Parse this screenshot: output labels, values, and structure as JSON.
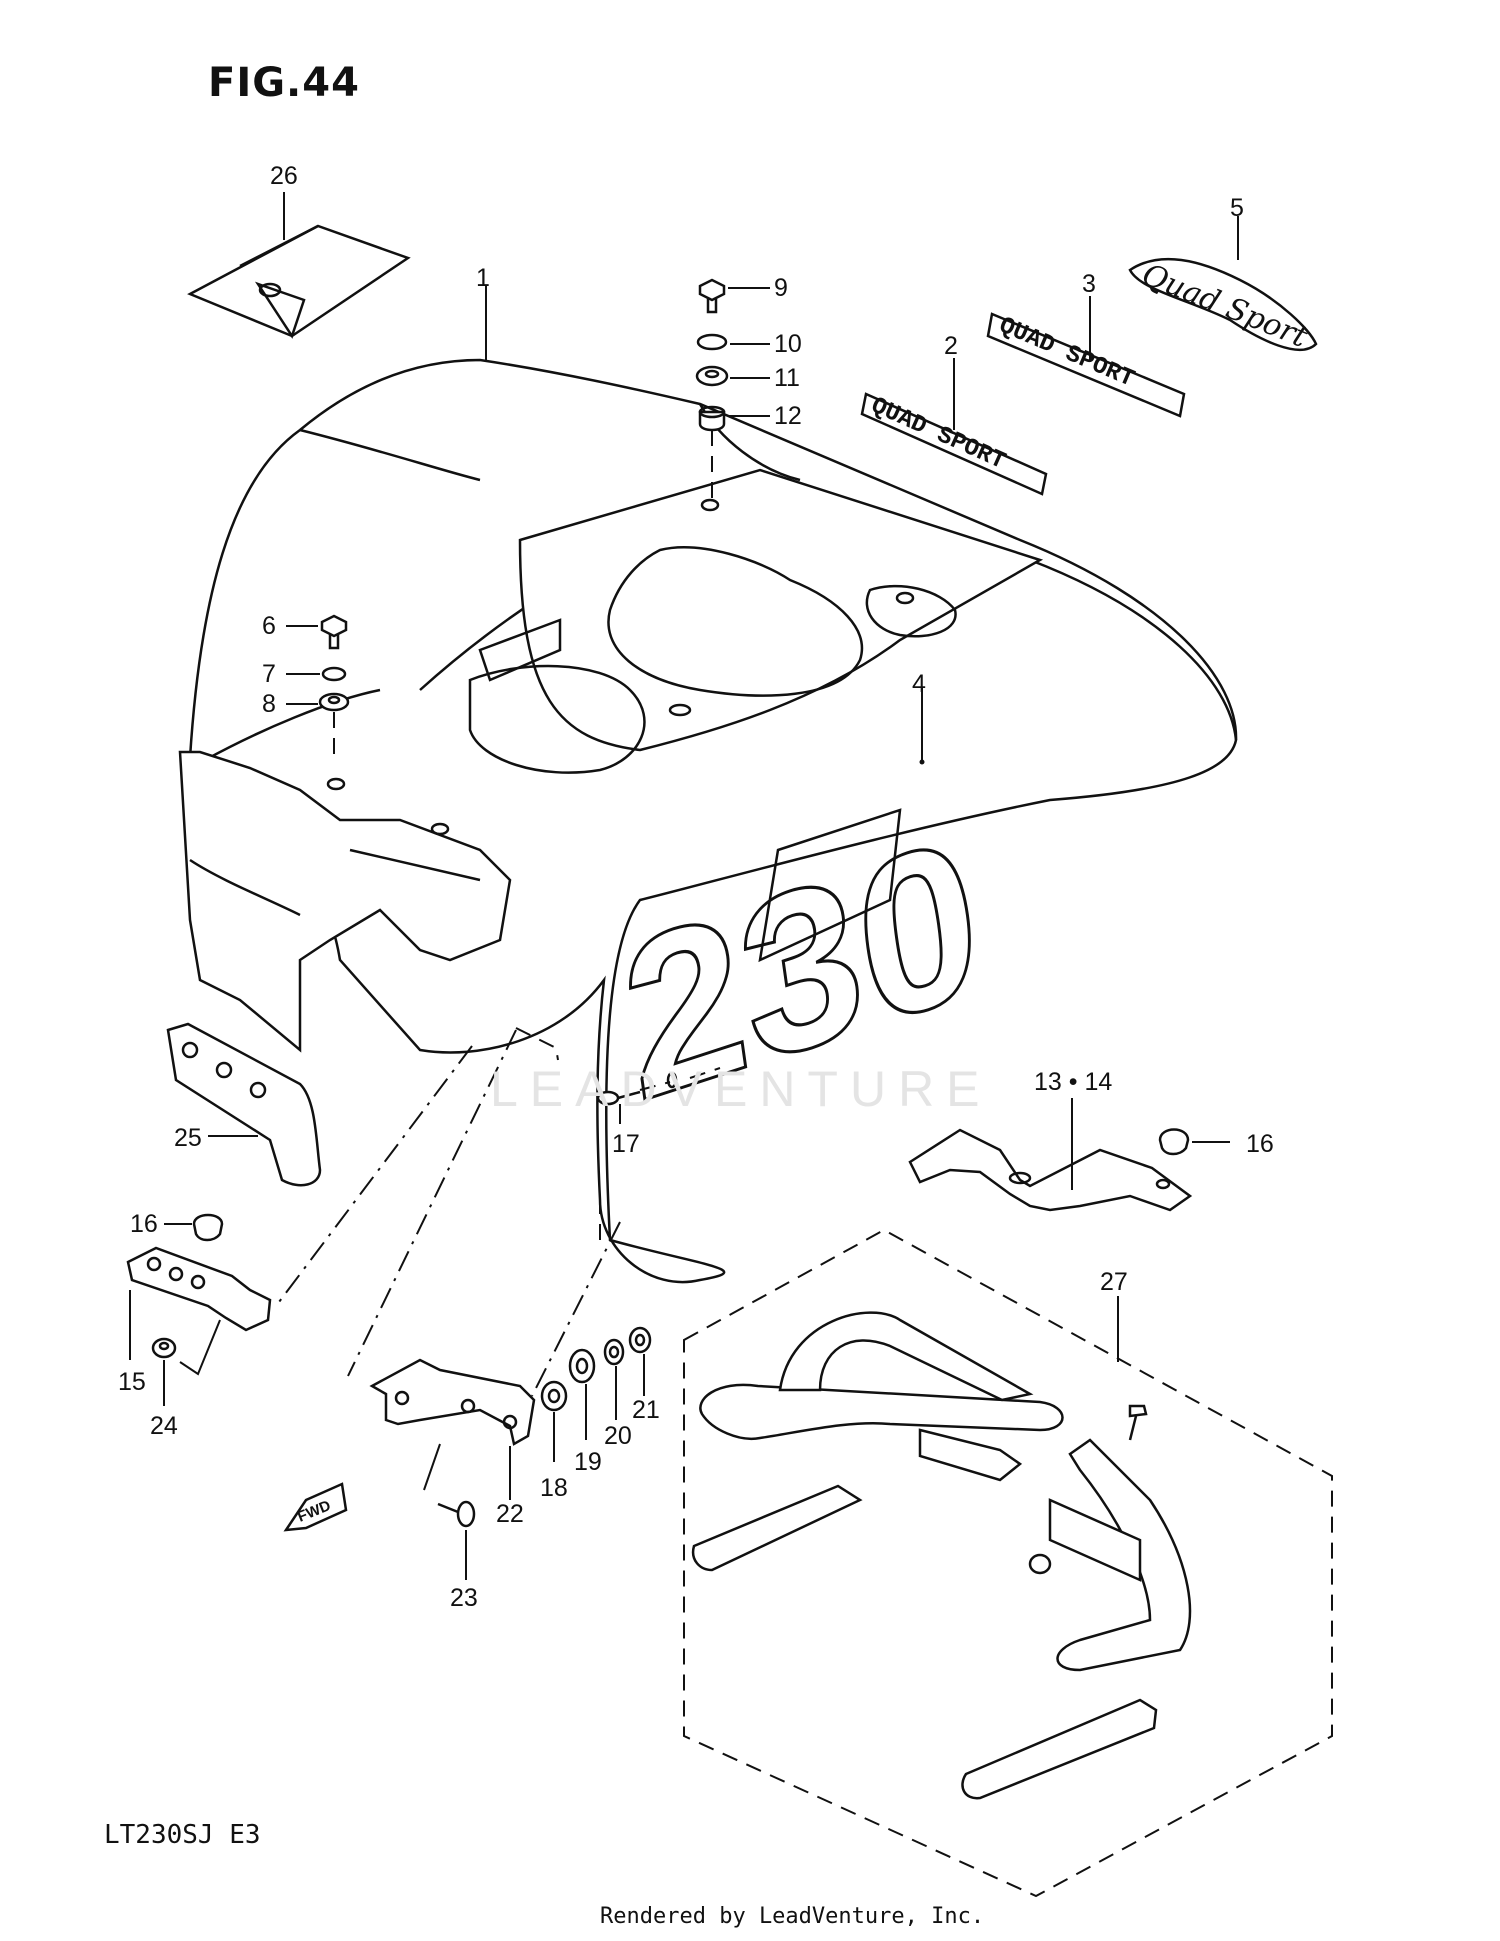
{
  "figure": {
    "title": "FIG.44",
    "model": "LT230SJ  E3"
  },
  "footer": {
    "rendered_by": "Rendered by LeadVenture, Inc."
  },
  "watermark": {
    "text": "LEADVENTURE"
  },
  "decals": {
    "decal_2": "QUAD SPORT",
    "decal_3": "QUAD SPORT",
    "decal_4": "230",
    "decal_5": "Quad Sport"
  },
  "fwd_arrow": {
    "label": "FWD"
  },
  "callouts": [
    {
      "id": "c1",
      "label": "1"
    },
    {
      "id": "c2",
      "label": "2"
    },
    {
      "id": "c3",
      "label": "3"
    },
    {
      "id": "c4",
      "label": "4"
    },
    {
      "id": "c5",
      "label": "5"
    },
    {
      "id": "c6",
      "label": "6"
    },
    {
      "id": "c7",
      "label": "7"
    },
    {
      "id": "c8",
      "label": "8"
    },
    {
      "id": "c9",
      "label": "9"
    },
    {
      "id": "c10",
      "label": "10"
    },
    {
      "id": "c11",
      "label": "11"
    },
    {
      "id": "c12",
      "label": "12"
    },
    {
      "id": "c13",
      "label": "13 • 14"
    },
    {
      "id": "c15",
      "label": "15"
    },
    {
      "id": "c16a",
      "label": "16"
    },
    {
      "id": "c16b",
      "label": "16"
    },
    {
      "id": "c17",
      "label": "17"
    },
    {
      "id": "c18",
      "label": "18"
    },
    {
      "id": "c19",
      "label": "19"
    },
    {
      "id": "c20",
      "label": "20"
    },
    {
      "id": "c21",
      "label": "21"
    },
    {
      "id": "c22",
      "label": "22"
    },
    {
      "id": "c23",
      "label": "23"
    },
    {
      "id": "c24",
      "label": "24"
    },
    {
      "id": "c25",
      "label": "25"
    },
    {
      "id": "c26",
      "label": "26"
    },
    {
      "id": "c27",
      "label": "27"
    }
  ]
}
